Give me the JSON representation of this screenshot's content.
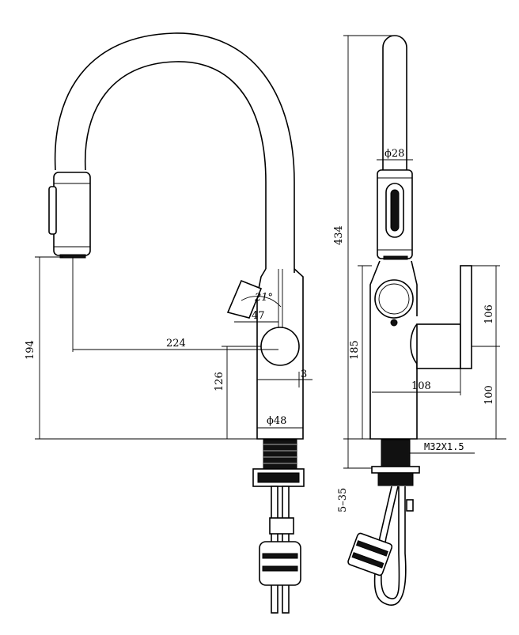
{
  "dimensions": {
    "d194": "194",
    "d224": "224",
    "d126": "126",
    "d47": "47",
    "d21": "21°",
    "d3": "3",
    "d48": "ϕ48",
    "d434": "434",
    "d28": "ϕ28",
    "d185": "185",
    "d106": "106",
    "d108": "108",
    "d100": "100",
    "m32": "M32X1.5",
    "d535": "5–35"
  },
  "colors": {
    "line": "#000000",
    "background": "#ffffff"
  }
}
